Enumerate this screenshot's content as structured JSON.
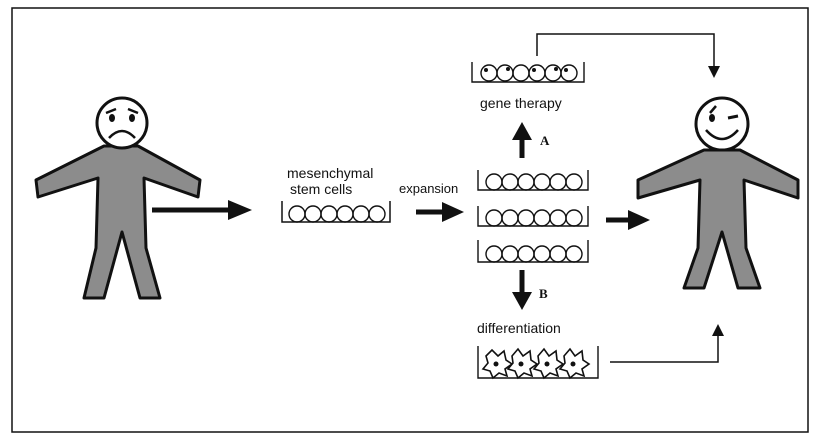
{
  "labels": {
    "source_cells_line1": "mesenchymal",
    "source_cells_line2": "stem cells",
    "expansion": "expansion",
    "gene_therapy": "gene therapy",
    "path_a": "A",
    "path_b": "B",
    "differentiation": "differentiation"
  },
  "colors": {
    "figure_fill": "#8c8c8c",
    "stroke": "#111111",
    "background": "#ffffff"
  },
  "icons": {
    "sad_face": "sad-face",
    "happy_face": "winking-happy-face"
  }
}
